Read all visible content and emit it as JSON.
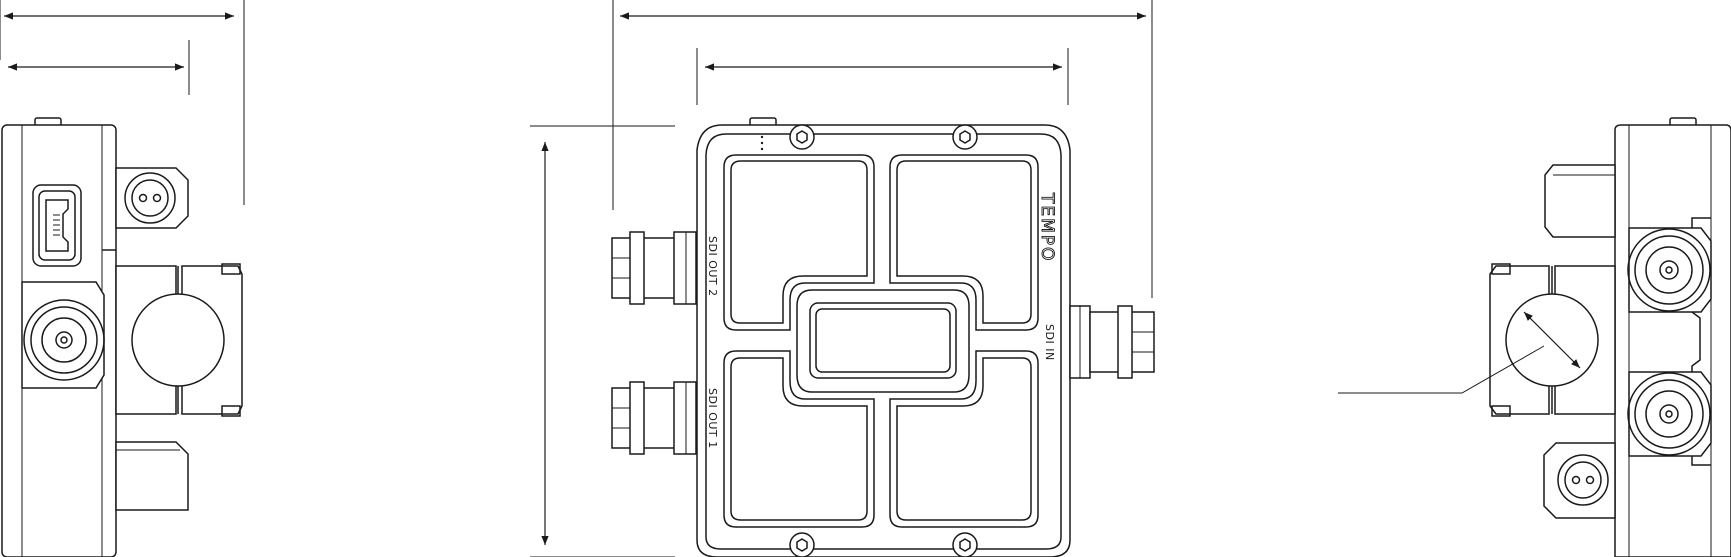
{
  "labels": {
    "brand": "TEMPO",
    "sdi_out_2": "SDI OUT 2",
    "sdi_out_1": "SDI OUT 1",
    "sdi_in": "SDI IN"
  },
  "colors": {
    "line": "#1a1a1a",
    "background": "#ffffff"
  }
}
